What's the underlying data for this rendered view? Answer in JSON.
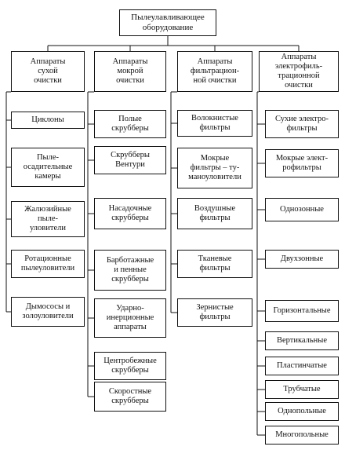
{
  "root": {
    "label": "Пылеулавливающее\nоборудование"
  },
  "columns": [
    {
      "label": "Аппараты\nсухой\nочистки",
      "items": [
        "Циклоны",
        "Пыле-\nосадительные\nкамеры",
        "Жалюзийные\nпыле-\nуловители",
        "Ротационные\nпылеуловители",
        "Дымососы и\nзолоуловители"
      ]
    },
    {
      "label": "Аппараты\nмокрой\nочистки",
      "items": [
        "Полые\nскрубберы",
        "Скрубберы\nВентури",
        "Насадочные\nскрубберы",
        "Барботажные\nи пенные\nскрубберы",
        "Ударно-\nинерционные\nаппараты",
        "Центробежные\nскрубберы",
        "Скоростные\nскрубберы"
      ]
    },
    {
      "label": "Аппараты\nфильтрацион-\nной очистки",
      "items": [
        "Волокнистые\nфильтры",
        "Мокрые\nфильтры – ту-\nманоуловители",
        "Воздушные\nфильтры",
        "Тканевые\nфильтры",
        "Зернистые\nфильтры"
      ]
    },
    {
      "label": "Аппараты\nэлектрофиль-\nтрационной\nочистки",
      "items": [
        "Сухие электро-\nфильтры",
        "Мокрые элект-\nрофильтры",
        "Однозонные",
        "Двухзонные",
        "Горизонтальные",
        "Вертикальные",
        "Пластинчатые",
        "Трубчатые",
        "Однопольные",
        "Многопольные"
      ]
    }
  ]
}
